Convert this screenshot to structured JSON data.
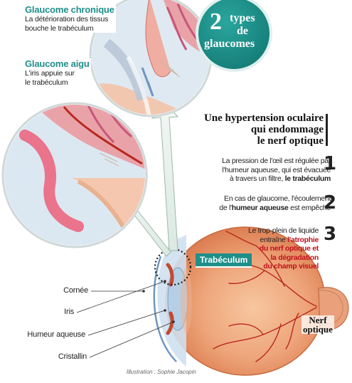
{
  "badge": {
    "number": "2",
    "line1": "types",
    "line2": "de",
    "line3": "glaucomes"
  },
  "chronic": {
    "title": "Glaucome chronique",
    "line1": "La détérioration des tissus",
    "line2": "bouche le trabéculum"
  },
  "acute": {
    "title": "Glaucome aigu",
    "line1": "L'iris appuie sur",
    "line2": "le trabéculum"
  },
  "heading": {
    "line1": "Une hypertension oculaire",
    "line2": "qui endommage",
    "line3": "le nerf optique"
  },
  "steps": [
    {
      "number": "1",
      "line1": "La pression de l'œil est régulée par",
      "line2": "l'humeur aqueuse, qui est évacuée",
      "line3_a": "à travers un filtre, ",
      "line3_b": "le trabéculum"
    },
    {
      "number": "2",
      "line1": "En cas de glaucome, l'écoulement",
      "line2_a": "de l'",
      "line2_b": "humeur aqueuse",
      "line2_c": " est empêché"
    },
    {
      "number": "3",
      "line1": "Le trop-plein de liquide",
      "line2_a": "entraîne ",
      "line2_b": "l'atrophie",
      "line3": "du nerf optique et",
      "line4": "la dégradation",
      "line5": "du champ visuel"
    }
  ],
  "labels": {
    "trabeculum": "Trabéculum",
    "cornee": "Cornée",
    "iris": "Iris",
    "humeur": "Humeur aqueuse",
    "cristallin": "Cristallin",
    "nerf1": "Nerf",
    "nerf2": "optique"
  },
  "credit": "Illustration : Sophie Jacopin",
  "colors": {
    "teal": "#1f8f8a",
    "accent_red": "#c0121b",
    "flesh": "#e79a6e",
    "vein": "#b8281f"
  }
}
